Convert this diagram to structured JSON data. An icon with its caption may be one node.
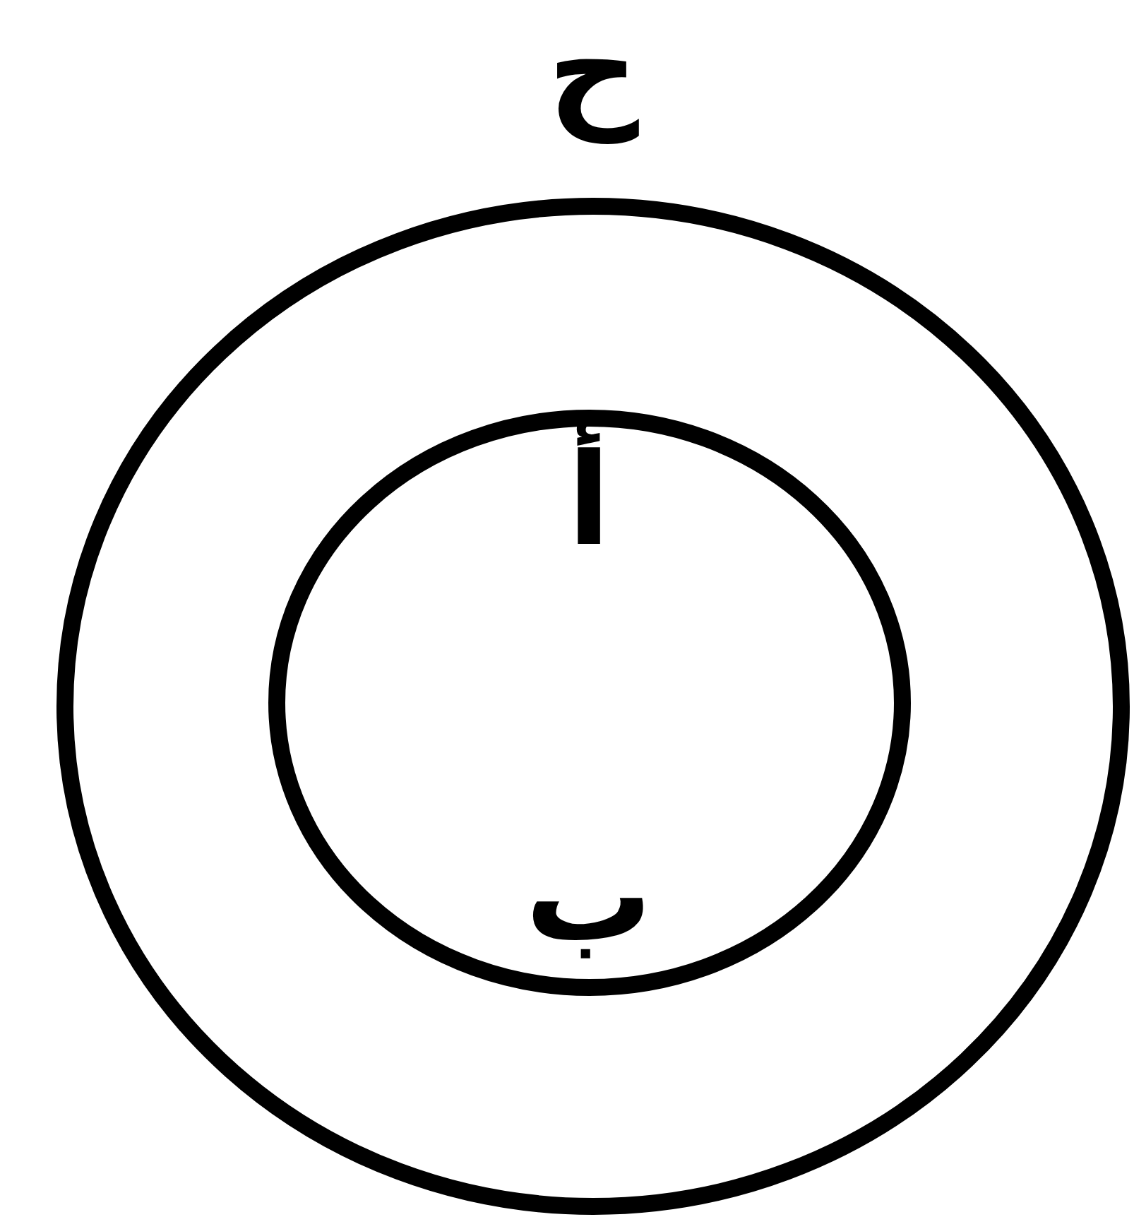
{
  "diagram": {
    "nodes": [
      {
        "text": [
          "ح"
        ]
      },
      {
        "text": [
          "أ",
          "ب"
        ],
        "in": 0
      }
    ]
  }
}
